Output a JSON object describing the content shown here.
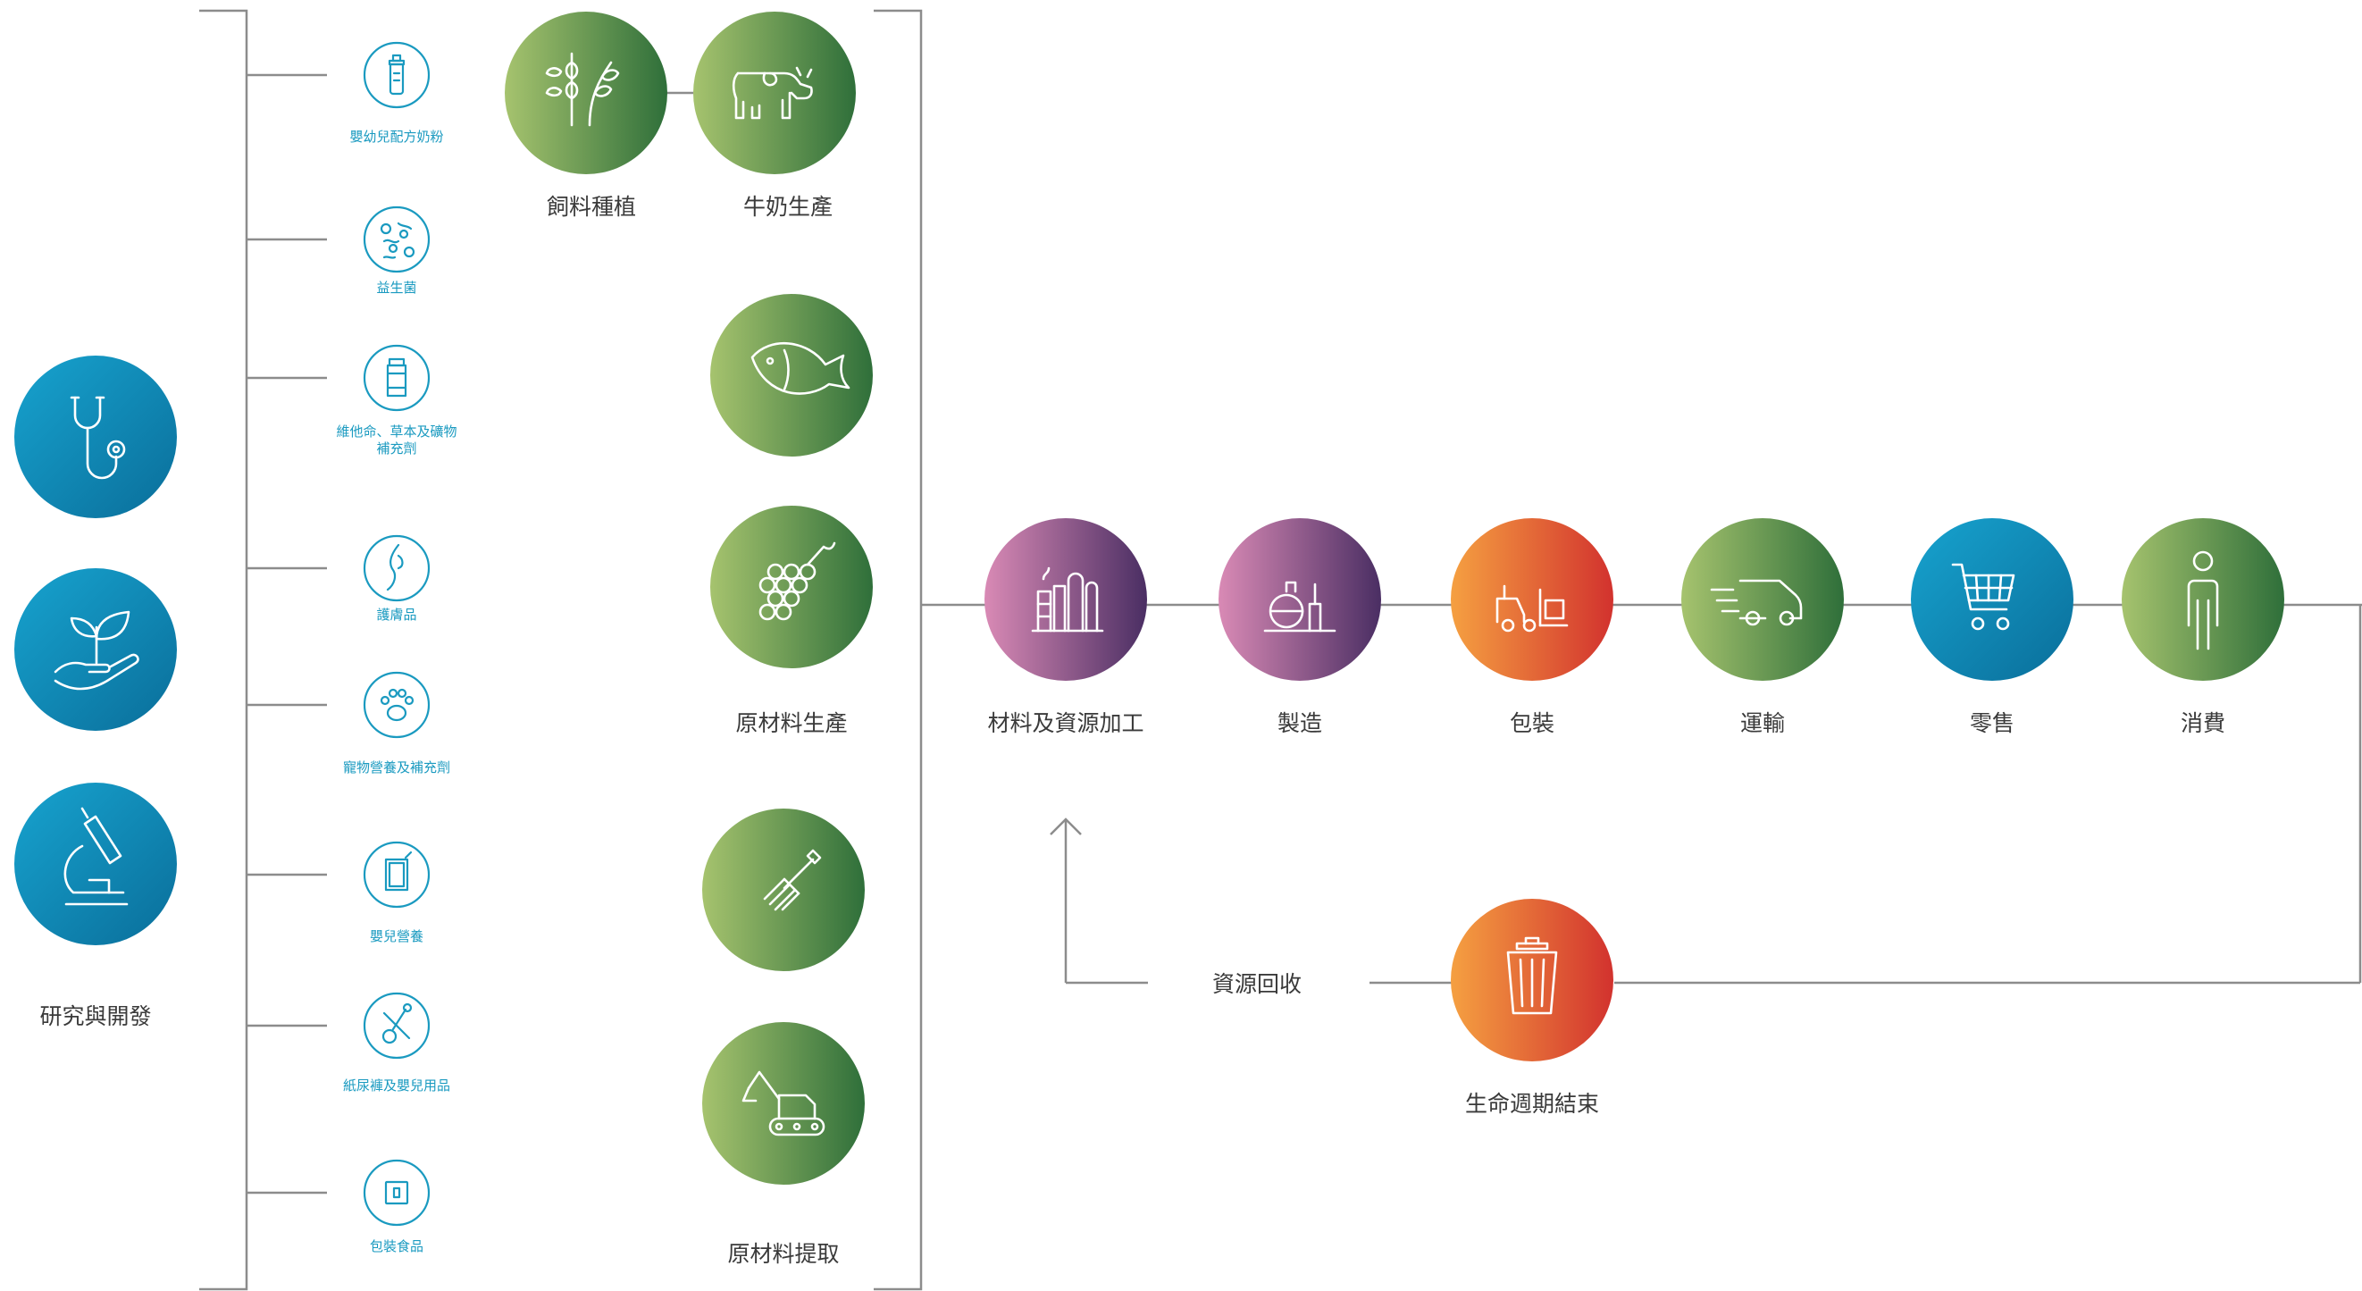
{
  "research": {
    "label": "研究與開發"
  },
  "products": [
    {
      "label": "嬰幼兒配方奶粉",
      "icon": "baby-bottle-icon"
    },
    {
      "label": "益生菌",
      "icon": "probiotics-icon"
    },
    {
      "label": "維他命、草本及礦物",
      "label2": "補充劑",
      "icon": "supplement-bottle-icon"
    },
    {
      "label": "護膚品",
      "icon": "skincare-icon"
    },
    {
      "label": "寵物營養及補充劑",
      "icon": "paw-icon"
    },
    {
      "label": "嬰兒營養",
      "icon": "baby-food-pouch-icon"
    },
    {
      "label": "紙尿褲及嬰兒用品",
      "icon": "baby-products-icon"
    },
    {
      "label": "包裝食品",
      "icon": "packaged-food-icon"
    }
  ],
  "sources": {
    "feed": {
      "label": "飼料種植",
      "icon": "wheat-icon"
    },
    "milk": {
      "label": "牛奶生產",
      "icon": "cow-icon"
    },
    "raw_production": {
      "label": "原材料生產",
      "icons": [
        "fish-icon",
        "grapes-icon"
      ]
    },
    "raw_extraction": {
      "label": "原材料提取",
      "icons": [
        "pitchfork-icon",
        "excavator-icon"
      ]
    }
  },
  "chain": [
    {
      "label": "材料及資源加工",
      "icon": "factory-tanks-icon"
    },
    {
      "label": "製造",
      "icon": "manufacturing-icon"
    },
    {
      "label": "包裝",
      "icon": "forklift-icon"
    },
    {
      "label": "運輸",
      "icon": "delivery-van-icon"
    },
    {
      "label": "零售",
      "icon": "shopping-cart-icon"
    },
    {
      "label": "消費",
      "icon": "person-icon"
    }
  ],
  "recycle": {
    "label": "資源回收"
  },
  "end_of_life": {
    "label": "生命週期結束",
    "icon": "trash-bin-icon"
  },
  "colors": {
    "blue": [
      "#17a3cf",
      "#0a6e9a"
    ],
    "green": [
      "#a6c36e",
      "#2f6f3a"
    ],
    "purple": [
      "#d98ab5",
      "#4a2e63"
    ],
    "orange": [
      "#f5a041",
      "#d2322e"
    ],
    "line": "#8c8c8c",
    "product_accent": "#1a9ac0"
  }
}
